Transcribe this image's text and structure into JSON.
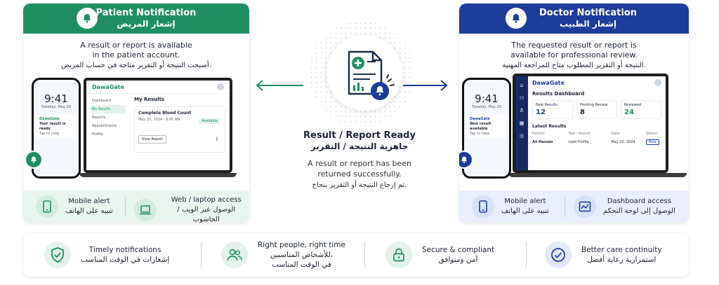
{
  "patient": {
    "title_en": "Patient Notification",
    "title_ar": "إشعار المريض",
    "desc_en_1": "A result or report is available",
    "desc_en_2": "in the patient account.",
    "desc_ar": "أصبحت النتيجة أو التقرير متاحة في حساب المريض.",
    "phone": {
      "time": "9:41",
      "date": "Tuesday, May 20",
      "brand": "DawaGate",
      "notif_title": "Your result is ready",
      "notif_sub": "Tap to view"
    },
    "web": {
      "brand": "DawaGate",
      "heading": "My Results",
      "nav": [
        "Dashboard",
        "My Results",
        "Reports",
        "Appointments",
        "Profile"
      ],
      "result_title": "Complete Blood Count",
      "result_date": "May 20, 2024 · 9:45 AM",
      "status": "Available",
      "button": "View Report"
    },
    "features": [
      {
        "en": "Mobile alert",
        "ar": "تنبيه على الهاتف",
        "icon": "phone-icon"
      },
      {
        "en": "Web / laptop access",
        "ar": "الوصول عبر الويب / الحاسوب",
        "icon": "laptop-icon"
      }
    ]
  },
  "center": {
    "title_en": "Result / Report Ready",
    "title_ar": "جاهزية النتيجة / التقرير",
    "desc_1": "A result or report has been",
    "desc_2": "returned successfully.",
    "desc_ar": "تم إرجاع النتيجة أو التقرير بنجاح."
  },
  "doctor": {
    "title_en": "Doctor Notification",
    "title_ar": "إشعار الطبيب",
    "desc_en_1": "The requested result or report is",
    "desc_en_2": "available for professional review.",
    "desc_ar": "النتيجة أو التقرير المطلوب متاح للمراجعة المهنية.",
    "phone": {
      "time": "9:41",
      "date": "Tuesday, May 20",
      "brand": "DawaGate",
      "notif_title": "New result available",
      "notif_sub": "Tap to view"
    },
    "web": {
      "brand": "DawaGate",
      "heading": "Results Dashboard",
      "stats": [
        {
          "label": "New Results",
          "value": "12"
        },
        {
          "label": "Pending Review",
          "value": "8"
        },
        {
          "label": "Reviewed",
          "value": "24"
        }
      ],
      "latest": "Latest Results",
      "cols": [
        "Patient",
        "Test / Report",
        "Date",
        "Status"
      ],
      "row": [
        "Ali Hassan",
        "Lipid Profile",
        "May 20, 2024",
        "New"
      ]
    },
    "features": [
      {
        "en": "Mobile alert",
        "ar": "تنبيه على الهاتف",
        "icon": "phone-icon"
      },
      {
        "en": "Dashboard access",
        "ar": "الوصول إلى لوحة التحكم",
        "icon": "dashboard-icon"
      }
    ]
  },
  "benefits": [
    {
      "en": "Timely notifications",
      "ar": "إشعارات في الوقت المناسب",
      "icon": "shield-check-icon"
    },
    {
      "en": "Right people, right time",
      "ar1": "للأشخاص المناسبين،",
      "ar2": "في الوقت المناسب",
      "icon": "users-icon"
    },
    {
      "en": "Secure & compliant",
      "ar": "آمن ومتوافق",
      "icon": "lock-icon"
    },
    {
      "en": "Better care continuity",
      "ar": "استمرارية رعاية أفضل",
      "icon": "check-circle-icon"
    }
  ],
  "colors": {
    "green": "#1f8f63",
    "blue": "#1e3c99",
    "light_green": "#e8f5ee",
    "light_blue": "#e8eefb"
  }
}
